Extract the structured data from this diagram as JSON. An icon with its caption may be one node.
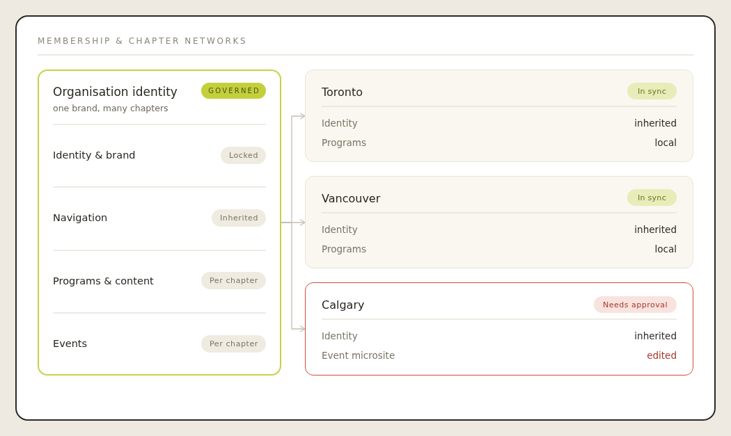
{
  "diagram": {
    "title": "MEMBERSHIP & CHAPTER NETWORKS",
    "nodes": [
      {
        "text": [
          "Organisation identity",
          "one brand, many chapters",
          "Identity & brand",
          "Navigation",
          "Programs & content",
          "Events"
        ]
      },
      {
        "text": [
          "GOVERNED"
        ],
        "in": 0
      },
      {
        "text": [
          "Locked"
        ],
        "in": 0
      },
      {
        "text": [
          "Inherited"
        ],
        "in": 0
      },
      {
        "text": [
          "Per chapter"
        ],
        "in": 0
      },
      {
        "text": [
          "Per chapter"
        ],
        "in": 0
      },
      {
        "text": [
          "Toronto",
          "Identity",
          "inherited",
          "Programs",
          "local"
        ]
      },
      {
        "text": [
          "In sync"
        ],
        "in": 6
      },
      {
        "text": [
          "Vancouver",
          "Identity",
          "inherited",
          "Programs",
          "local"
        ]
      },
      {
        "text": [
          "In sync"
        ],
        "in": 8
      },
      {
        "text": [
          "Calgary",
          "Identity",
          "inherited",
          "Event microsite",
          "edited"
        ]
      },
      {
        "text": [
          "Needs approval"
        ],
        "in": 10
      }
    ],
    "edges": [
      {
        "from": 0,
        "to": 6,
        "arrow": "to"
      },
      {
        "from": 0,
        "to": 8,
        "arrow": "to"
      },
      {
        "from": 0,
        "to": 10,
        "arrow": "to"
      }
    ]
  }
}
